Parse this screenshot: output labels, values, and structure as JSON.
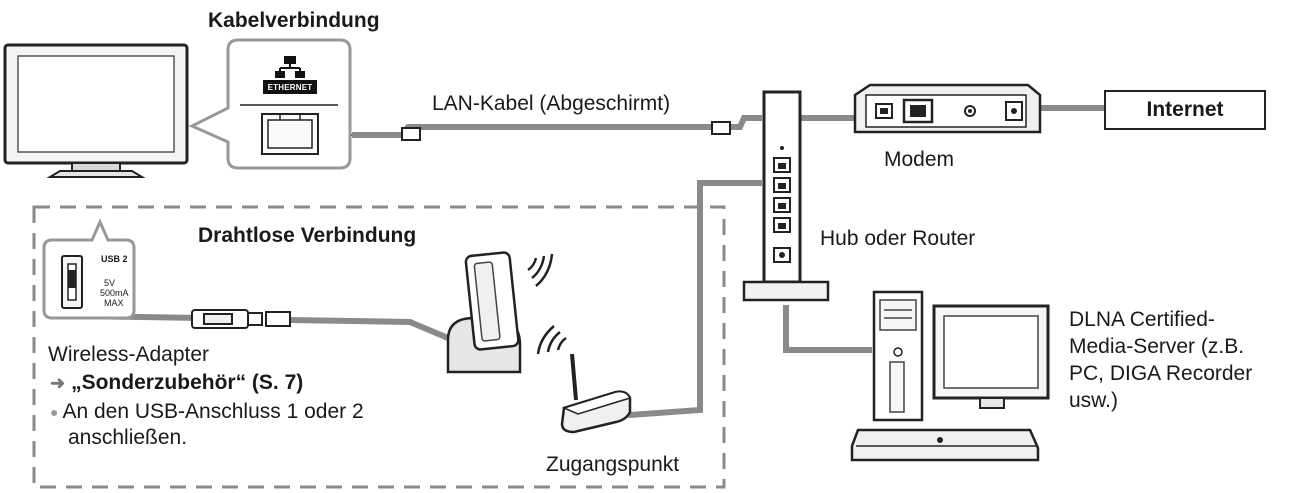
{
  "labels": {
    "kabelverbindung": "Kabelverbindung",
    "lan_kabel": "LAN-Kabel (Abgeschirmt)",
    "internet": "Internet",
    "modem": "Modem",
    "hub_router": "Hub oder Router",
    "drahtlose": "Drahtlose Verbindung",
    "wireless_adapter": "Wireless-Adapter",
    "sonderzubehoer": "„Sonderzubehör“ (S. 7)",
    "usb_note_line1": "An den USB-Anschluss 1 oder 2",
    "usb_note_line2": "anschließen.",
    "zugangspunkt": "Zugangspunkt",
    "dlna_line1": "DLNA Certified-",
    "dlna_line2": "Media-Server (z.B.",
    "dlna_line3": "PC, DIGA Recorder",
    "dlna_line4": "usw.)"
  },
  "port_labels": {
    "ethernet": "ETHERNET",
    "usb": "USB 2",
    "usb_spec_1": "5V",
    "usb_spec_2": "500mA",
    "usb_spec_3": "MAX"
  },
  "icons": {
    "arrow": "right-arrow-icon",
    "bullet": "bullet-icon",
    "network": "network-icon"
  },
  "colors": {
    "cable": "#8a8a8a",
    "outline": "#222222",
    "dashed_border": "#8a8a8a",
    "device_fill": "#e6e6e6"
  }
}
